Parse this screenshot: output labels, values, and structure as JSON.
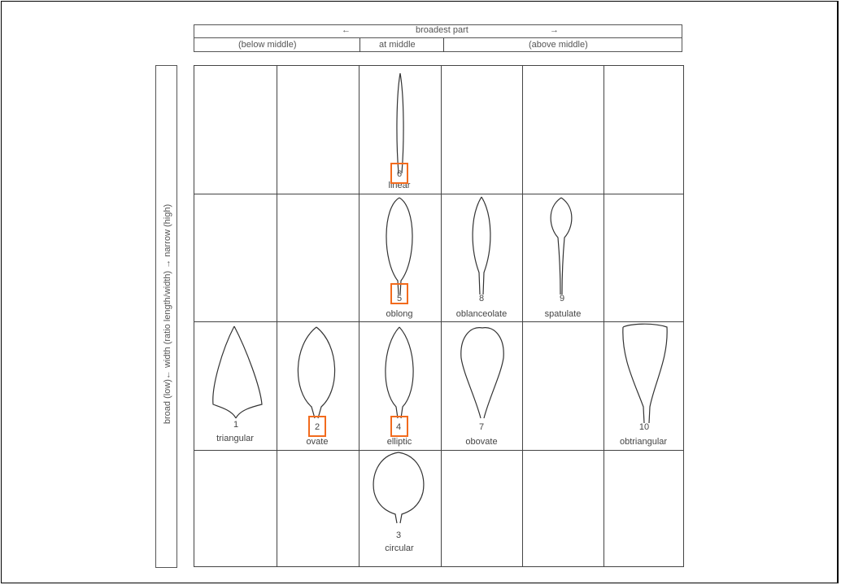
{
  "header": {
    "arrow_left": "←",
    "broadest_part": "broadest part",
    "arrow_right": "→",
    "below_middle": "(below middle)",
    "at_middle": "at middle",
    "above_middle": "(above middle)"
  },
  "side_label": "broad (low)←      width (ratio length/width) → narrow (high)",
  "shapes": [
    {
      "number": "1",
      "name": "triangular"
    },
    {
      "number": "2",
      "name": "ovate"
    },
    {
      "number": "3",
      "name": "circular"
    },
    {
      "number": "4",
      "name": "elliptic"
    },
    {
      "number": "5",
      "name": "oblong"
    },
    {
      "number": "6",
      "name": "linear"
    },
    {
      "number": "7",
      "name": "obovate"
    },
    {
      "number": "8",
      "name": "oblanceolate"
    },
    {
      "number": "9",
      "name": "spatulate"
    },
    {
      "number": "10",
      "name": "obtriangular"
    }
  ],
  "highlight_color": "#f26b1d",
  "highlighted_numbers": [
    "6",
    "5",
    "2",
    "4"
  ]
}
